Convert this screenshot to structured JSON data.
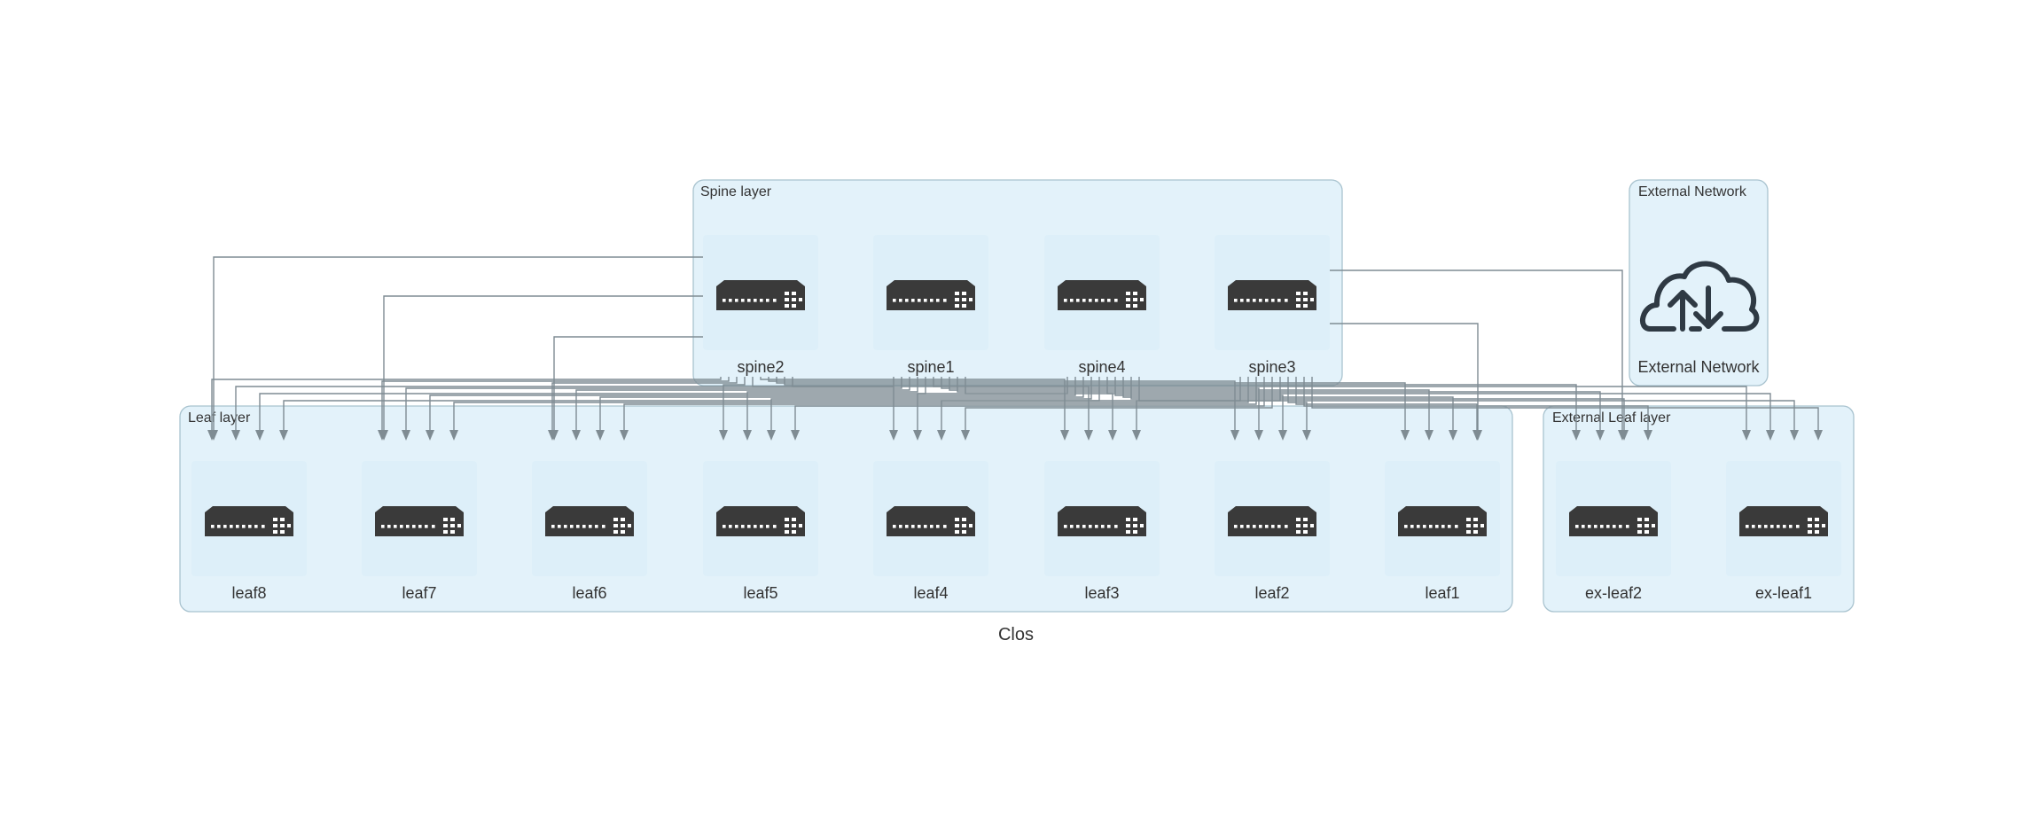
{
  "caption": "Clos",
  "groups": {
    "spine": {
      "title": "Spine layer"
    },
    "external_network": {
      "title": "External Network"
    },
    "leaf": {
      "title": "Leaf layer"
    },
    "external_leaf": {
      "title": "External Leaf layer"
    }
  },
  "nodes": {
    "spine2": {
      "label": "spine2",
      "icon": "switch-icon"
    },
    "spine1": {
      "label": "spine1",
      "icon": "switch-icon"
    },
    "spine4": {
      "label": "spine4",
      "icon": "switch-icon"
    },
    "spine3": {
      "label": "spine3",
      "icon": "switch-icon"
    },
    "external": {
      "label": "External Network",
      "icon": "cloud-upload-download-icon"
    },
    "leaf8": {
      "label": "leaf8",
      "icon": "switch-icon"
    },
    "leaf7": {
      "label": "leaf7",
      "icon": "switch-icon"
    },
    "leaf6": {
      "label": "leaf6",
      "icon": "switch-icon"
    },
    "leaf5": {
      "label": "leaf5",
      "icon": "switch-icon"
    },
    "leaf4": {
      "label": "leaf4",
      "icon": "switch-icon"
    },
    "leaf3": {
      "label": "leaf3",
      "icon": "switch-icon"
    },
    "leaf2": {
      "label": "leaf2",
      "icon": "switch-icon"
    },
    "leaf1": {
      "label": "leaf1",
      "icon": "switch-icon"
    },
    "exleaf2": {
      "label": "ex-leaf2",
      "icon": "switch-icon"
    },
    "exleaf1": {
      "label": "ex-leaf1",
      "icon": "switch-icon"
    }
  },
  "colors": {
    "group_fill": "#e3f2fa",
    "group_border": "#a9c3cf",
    "edge": "#7f8c93",
    "icon": "#3a3a3a"
  }
}
